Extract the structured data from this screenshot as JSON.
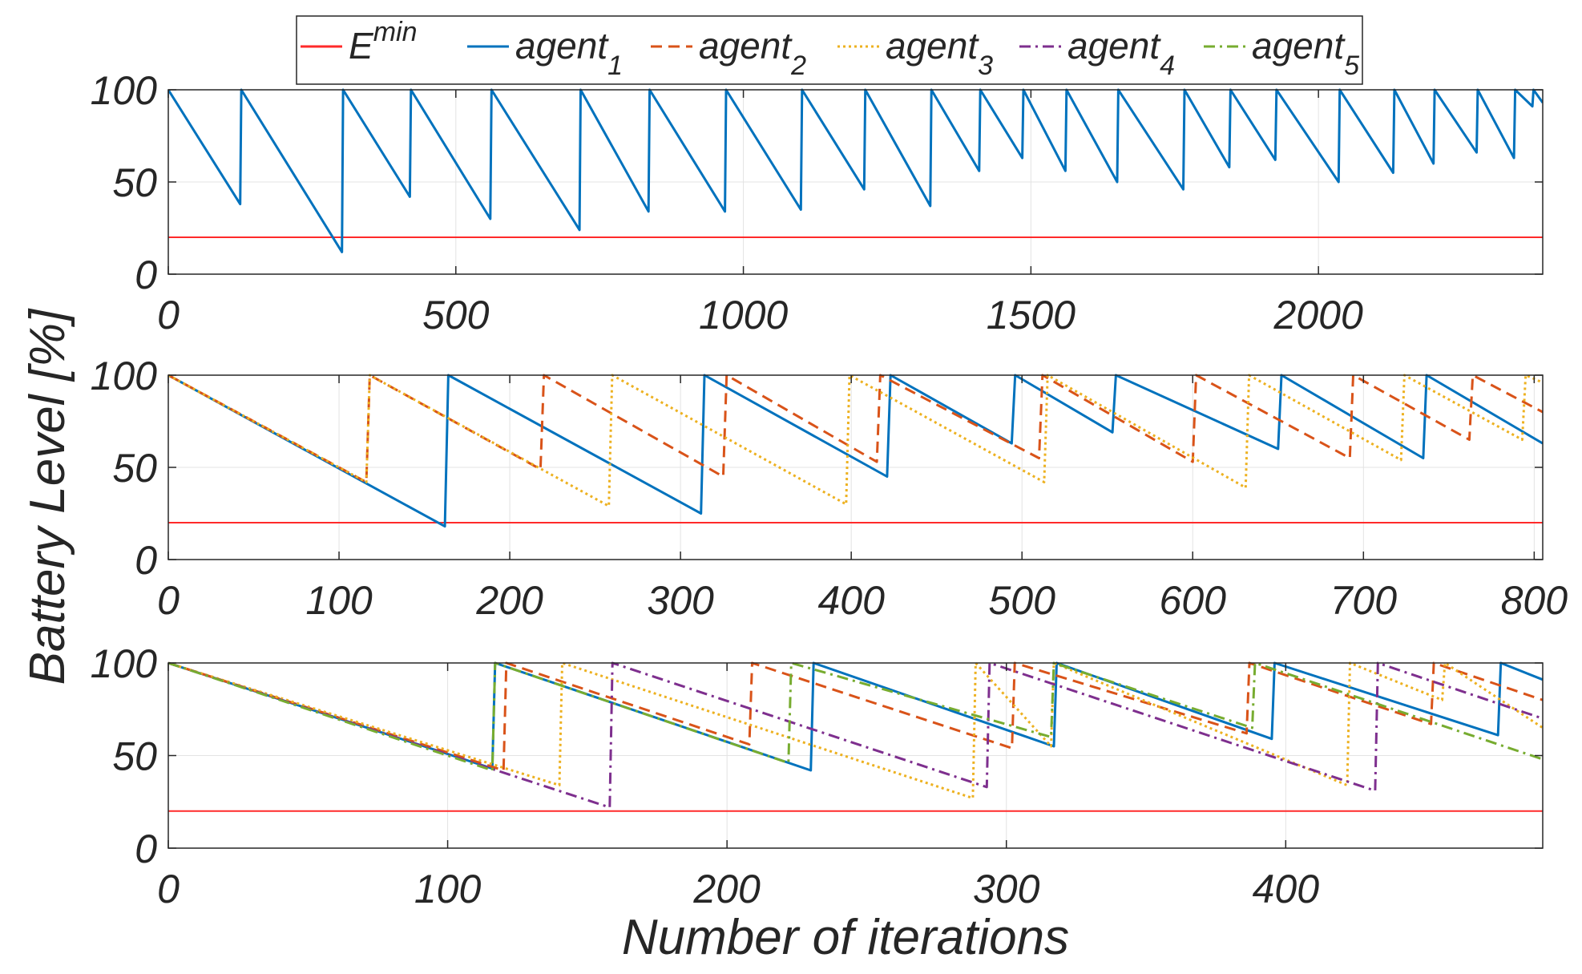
{
  "figure": {
    "ylabel": "Battery Level [%]",
    "xlabel": "Number of iterations"
  },
  "legend": {
    "entries": [
      {
        "base": "E",
        "sup": "min",
        "sub": "",
        "color": "#ff2a2a",
        "dash": ""
      },
      {
        "base": "agent",
        "sup": "",
        "sub": "1",
        "color": "#0072bd",
        "dash": ""
      },
      {
        "base": "agent",
        "sup": "",
        "sub": "2",
        "color": "#d95319",
        "dash": "14 8"
      },
      {
        "base": "agent",
        "sup": "",
        "sub": "3",
        "color": "#edb120",
        "dash": "3 4"
      },
      {
        "base": "agent",
        "sup": "",
        "sub": "4",
        "color": "#7e2f8e",
        "dash": "14 6 3 6"
      },
      {
        "base": "agent",
        "sup": "",
        "sub": "5",
        "color": "#77ac30",
        "dash": "14 6 3 6"
      }
    ]
  },
  "chart_data": [
    {
      "type": "line",
      "title": "",
      "xlim": [
        0,
        2390
      ],
      "ylim": [
        0,
        100
      ],
      "xticks": [
        0,
        500,
        1000,
        1500,
        2000
      ],
      "yticks": [
        0,
        50,
        100
      ],
      "grid": true,
      "series": [
        {
          "name": "E^min",
          "color": "#ff2a2a",
          "dash": "",
          "x": [
            0,
            2390
          ],
          "y": [
            20,
            20
          ]
        },
        {
          "name": "agent_1",
          "color": "#0072bd",
          "dash": "",
          "x": [
            0,
            125,
            127,
            302,
            304,
            420,
            422,
            560,
            562,
            715,
            717,
            835,
            837,
            968,
            970,
            1100,
            1102,
            1210,
            1212,
            1325,
            1327,
            1410,
            1412,
            1485,
            1487,
            1560,
            1562,
            1650,
            1652,
            1765,
            1767,
            1845,
            1847,
            1925,
            1927,
            2035,
            2037,
            2130,
            2132,
            2200,
            2202,
            2275,
            2277,
            2340,
            2342,
            2372,
            2374,
            2390
          ],
          "y": [
            100,
            38,
            100,
            12,
            100,
            42,
            100,
            30,
            100,
            24,
            100,
            34,
            100,
            34,
            100,
            35,
            100,
            46,
            100,
            37,
            100,
            56,
            100,
            63,
            100,
            56,
            100,
            50,
            100,
            46,
            100,
            58,
            100,
            62,
            100,
            50,
            100,
            55,
            100,
            60,
            100,
            66,
            100,
            63,
            100,
            91,
            100,
            93
          ]
        }
      ]
    },
    {
      "type": "line",
      "title": "",
      "xlim": [
        0,
        805
      ],
      "ylim": [
        0,
        100
      ],
      "xticks": [
        0,
        100,
        200,
        300,
        400,
        500,
        600,
        700,
        800
      ],
      "yticks": [
        0,
        50,
        100
      ],
      "grid": true,
      "series": [
        {
          "name": "E^min",
          "color": "#ff2a2a",
          "dash": "",
          "x": [
            0,
            805
          ],
          "y": [
            20,
            20
          ]
        },
        {
          "name": "agent_1",
          "color": "#0072bd",
          "dash": "",
          "x": [
            0,
            162,
            164,
            312,
            314,
            421,
            423,
            494,
            496,
            553,
            555,
            650,
            652,
            735,
            737,
            805
          ],
          "y": [
            100,
            18,
            100,
            25,
            100,
            45,
            100,
            63,
            100,
            69,
            100,
            60,
            100,
            55,
            100,
            63
          ]
        },
        {
          "name": "agent_2",
          "color": "#d95319",
          "dash": "14 8",
          "x": [
            0,
            116,
            118,
            218,
            220,
            325,
            327,
            415,
            417,
            510,
            512,
            600,
            602,
            692,
            694,
            762,
            764,
            805
          ],
          "y": [
            100,
            42,
            100,
            49,
            100,
            45,
            100,
            53,
            100,
            55,
            100,
            53,
            100,
            55,
            100,
            65,
            100,
            80
          ]
        },
        {
          "name": "agent_3",
          "color": "#edb120",
          "dash": "3 4",
          "x": [
            0,
            116,
            118,
            258,
            260,
            397,
            399,
            513,
            515,
            631,
            633,
            722,
            724,
            793,
            795,
            805
          ],
          "y": [
            100,
            42,
            100,
            29,
            100,
            30,
            100,
            42,
            100,
            39,
            100,
            54,
            100,
            65,
            100,
            96
          ]
        }
      ]
    },
    {
      "type": "line",
      "title": "",
      "xlim": [
        0,
        492
      ],
      "ylim": [
        0,
        100
      ],
      "xticks": [
        0,
        100,
        200,
        300,
        400
      ],
      "yticks": [
        0,
        50,
        100
      ],
      "grid": true,
      "series": [
        {
          "name": "E^min",
          "color": "#ff2a2a",
          "dash": "",
          "x": [
            0,
            492
          ],
          "y": [
            20,
            20
          ]
        },
        {
          "name": "agent_1",
          "color": "#0072bd",
          "dash": "",
          "x": [
            0,
            116,
            117,
            230,
            231,
            317,
            318,
            395,
            396,
            476,
            477,
            492
          ],
          "y": [
            100,
            43,
            100,
            42,
            100,
            55,
            100,
            59,
            100,
            61,
            100,
            91
          ]
        },
        {
          "name": "agent_2",
          "color": "#d95319",
          "dash": "14 8",
          "x": [
            0,
            120,
            121,
            208,
            209,
            302,
            303,
            386,
            387,
            452,
            453,
            492
          ],
          "y": [
            100,
            42,
            100,
            56,
            100,
            54,
            100,
            62,
            100,
            67,
            100,
            80
          ]
        },
        {
          "name": "agent_3",
          "color": "#edb120",
          "dash": "3 4",
          "x": [
            0,
            140,
            141,
            288,
            289,
            316,
            317,
            422,
            423,
            456,
            457,
            492
          ],
          "y": [
            100,
            34,
            100,
            27,
            100,
            55,
            100,
            34,
            100,
            80,
            100,
            65
          ]
        },
        {
          "name": "agent_4",
          "color": "#7e2f8e",
          "dash": "14 6 3 6",
          "x": [
            0,
            158,
            159,
            293,
            294,
            432,
            433,
            492
          ],
          "y": [
            100,
            22,
            100,
            33,
            100,
            31,
            100,
            70
          ]
        },
        {
          "name": "agent_5",
          "color": "#77ac30",
          "dash": "14 6 3 6",
          "x": [
            0,
            116,
            117,
            222,
            223,
            316,
            317,
            388,
            389,
            492
          ],
          "y": [
            100,
            42,
            100,
            46,
            100,
            60,
            100,
            65,
            100,
            48
          ]
        }
      ]
    }
  ]
}
